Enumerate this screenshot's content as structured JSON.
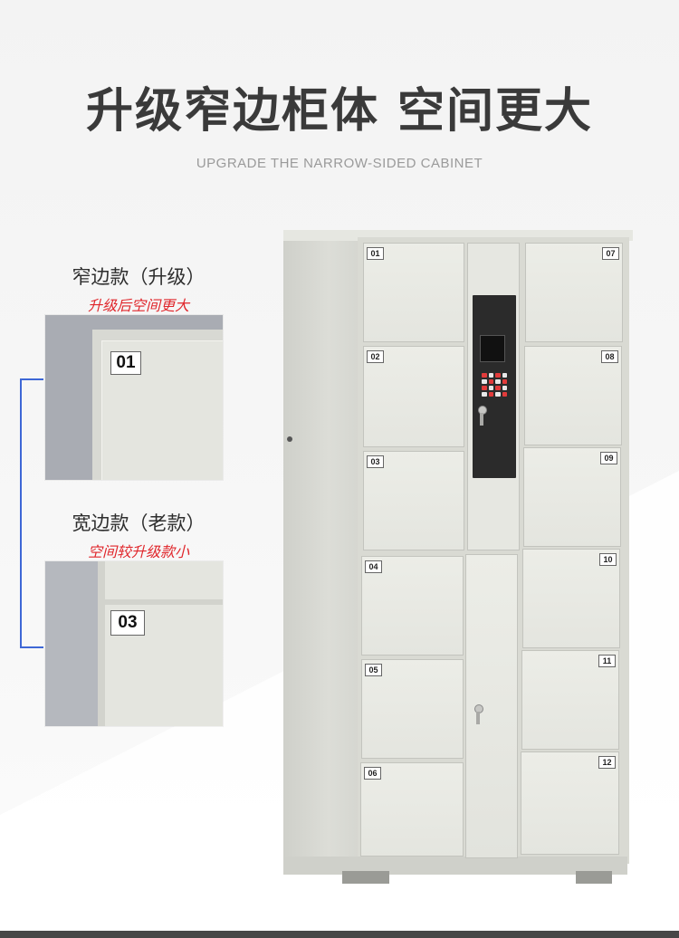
{
  "header": {
    "title": "升级窄边柜体 空间更大",
    "subtitle": "UPGRADE THE NARROW-SIDED CABINET"
  },
  "comparison": {
    "upgraded": {
      "label": "窄边款（升级）",
      "note": "升级后空间更大",
      "door_number": "01"
    },
    "old": {
      "label": "宽边款（老款）",
      "note": "空间较升级款小",
      "door_number": "03"
    }
  },
  "cabinet": {
    "left_doors": [
      "01",
      "02",
      "03",
      "04",
      "05",
      "06"
    ],
    "right_doors": [
      "07",
      "08",
      "09",
      "10",
      "11",
      "12"
    ]
  },
  "colors": {
    "note_red": "#e0262b",
    "bracket_blue": "#3e67d6",
    "title_gray": "#3a3a3a"
  }
}
